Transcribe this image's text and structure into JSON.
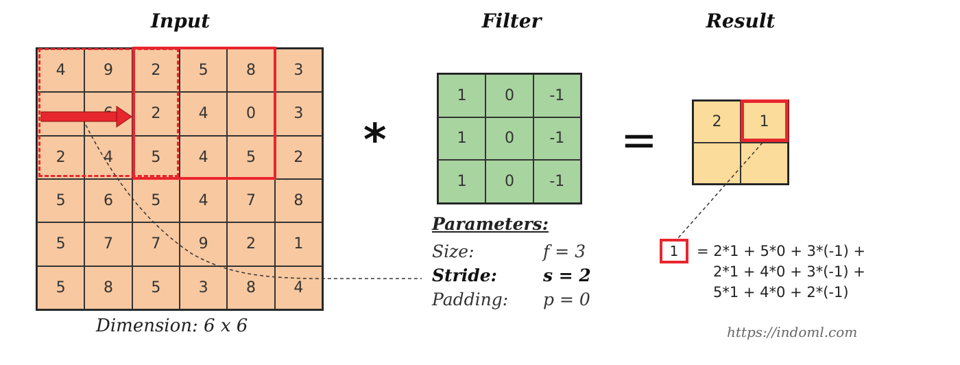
{
  "titles": {
    "input": "Input",
    "filter": "Filter",
    "result": "Result"
  },
  "input_matrix": [
    [
      "4",
      "9",
      "2",
      "5",
      "8",
      "3"
    ],
    [
      "",
      "6",
      "2",
      "4",
      "0",
      "3"
    ],
    [
      "2",
      "4",
      "5",
      "4",
      "5",
      "2"
    ],
    [
      "5",
      "6",
      "5",
      "4",
      "7",
      "8"
    ],
    [
      "5",
      "7",
      "7",
      "9",
      "2",
      "1"
    ],
    [
      "5",
      "8",
      "5",
      "3",
      "8",
      "4"
    ]
  ],
  "filter_matrix": [
    [
      "1",
      "0",
      "-1"
    ],
    [
      "1",
      "0",
      "-1"
    ],
    [
      "1",
      "0",
      "-1"
    ]
  ],
  "result_matrix": [
    [
      "2",
      "1"
    ],
    [
      "",
      ""
    ]
  ],
  "operators": {
    "convolve": "*",
    "equals": "="
  },
  "dimension_label": "Dimension: 6 x 6",
  "parameters": {
    "title": "Parameters:",
    "size_label": "Size:",
    "size_value": "f = 3",
    "stride_label": "Stride:",
    "stride_value": "s = 2",
    "padding_label": "Padding:",
    "padding_value": "p = 0"
  },
  "equation": {
    "box_value": "1",
    "line1": "= 2*1 + 5*0 + 3*(-1) +",
    "line2": "2*1 + 4*0 + 3*(-1) +",
    "line3": "5*1 + 4*0 + 2*(-1)"
  },
  "source_url": "https://indoml.com",
  "colors": {
    "input_cell": "#f8c8a0",
    "filter_cell": "#a8d4a0",
    "result_cell": "#fbdc9a",
    "highlight": "#e8262e"
  }
}
